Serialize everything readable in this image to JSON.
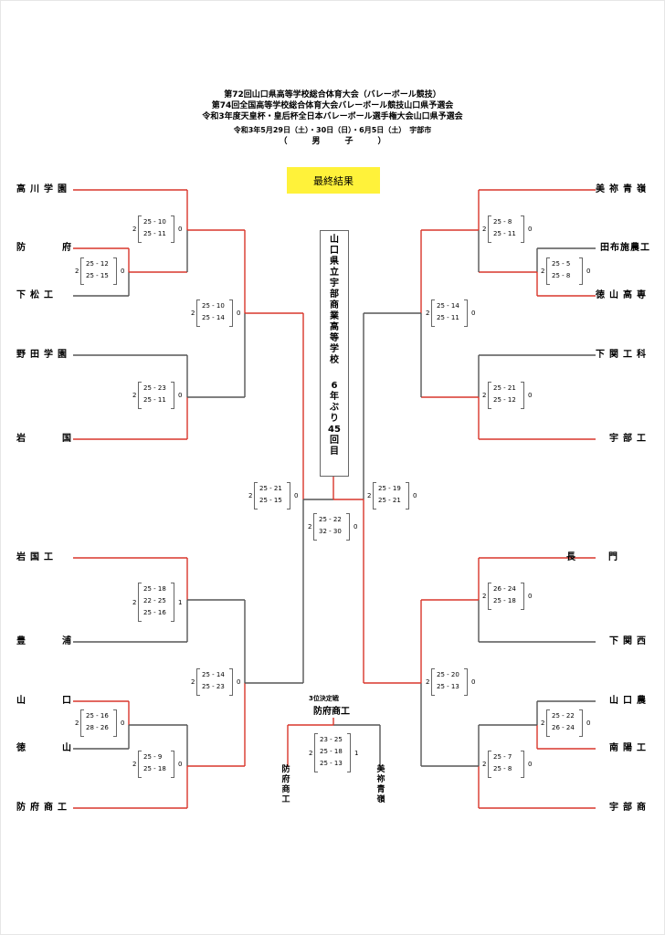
{
  "header": {
    "line1": "第72回山口県高等学校総合体育大会（バレーボール競技）",
    "line2": "第74回全国高等学校総合体育大会バレーボール競技山口県予選会",
    "line3": "令和3年度天皇杯・皇后杯全日本バレーボール選手権大会山口県予選会",
    "line4": "令和3年5月29日（土）・30日（日）・6月5日（土）　宇部市",
    "line5": "（　　　男　　　子　　　）"
  },
  "banner": "最終結果",
  "winner": {
    "school": "山口県立宇部商業高等学校",
    "note": "6年ぶり45回目"
  },
  "left_teams": [
    "高川学園",
    "防府",
    "下松工",
    "野田学園",
    "岩国",
    "岩国工",
    "豊浦",
    "山口",
    "徳山",
    "防府商工"
  ],
  "right_teams": [
    "美祢青嶺",
    "田布施農工",
    "徳山高専",
    "下関工科",
    "宇部工",
    "長門",
    "下関西",
    "山口農",
    "南陽工",
    "宇部商"
  ],
  "scores": [
    {
      "sets": [
        "25 - 10",
        "25 - 11"
      ],
      "w": "2",
      "l": "0"
    },
    {
      "sets": [
        "25 - 12",
        "25 - 15"
      ],
      "w": "2",
      "l": "0"
    },
    {
      "sets": [
        "25 - 10",
        "25 - 14"
      ],
      "w": "2",
      "l": "0"
    },
    {
      "sets": [
        "25 - 23",
        "25 - 11"
      ],
      "w": "2",
      "l": "0"
    },
    {
      "sets": [
        "25 - 21",
        "25 - 15"
      ],
      "w": "2",
      "l": "0"
    },
    {
      "sets": [
        "25 - 22",
        "32 - 30"
      ],
      "w": "2",
      "l": "0"
    },
    {
      "sets": [
        "25 - 19",
        "25 - 21"
      ],
      "w": "2",
      "l": "0"
    },
    {
      "sets": [
        "25 - 8",
        "25 - 11"
      ],
      "w": "2",
      "l": "0"
    },
    {
      "sets": [
        "25 - 5",
        "25 - 8"
      ],
      "w": "2",
      "l": "0"
    },
    {
      "sets": [
        "25 - 14",
        "25 - 11"
      ],
      "w": "2",
      "l": "0"
    },
    {
      "sets": [
        "25 - 21",
        "25 - 12"
      ],
      "w": "2",
      "l": "0"
    },
    {
      "sets": [
        "25 - 18",
        "22 - 25",
        "25 - 16"
      ],
      "w": "2",
      "l": "1"
    },
    {
      "sets": [
        "25 - 14",
        "25 - 23"
      ],
      "w": "2",
      "l": "0"
    },
    {
      "sets": [
        "25 - 16",
        "28 - 26"
      ],
      "w": "2",
      "l": "0"
    },
    {
      "sets": [
        "25 - 9",
        "25 - 18"
      ],
      "w": "2",
      "l": "0"
    },
    {
      "sets": [
        "26 - 24",
        "25 - 18"
      ],
      "w": "2",
      "l": "0"
    },
    {
      "sets": [
        "25 - 20",
        "25 - 13"
      ],
      "w": "2",
      "l": "0"
    },
    {
      "sets": [
        "25 - 22",
        "26 - 24"
      ],
      "w": "2",
      "l": "0"
    },
    {
      "sets": [
        "25 - 7",
        "25 - 8"
      ],
      "w": "2",
      "l": "0"
    },
    {
      "sets": [
        "23 - 25",
        "25 - 18",
        "25 - 13"
      ],
      "w": "2",
      "l": "1"
    }
  ],
  "third_place": {
    "title": "3位決定戦",
    "winner": "防府商工",
    "left": "防府商工",
    "right": "美祢青嶺"
  },
  "colors": {
    "win": "#d9362b",
    "lose": "#555555",
    "banner": "#fff23a"
  }
}
